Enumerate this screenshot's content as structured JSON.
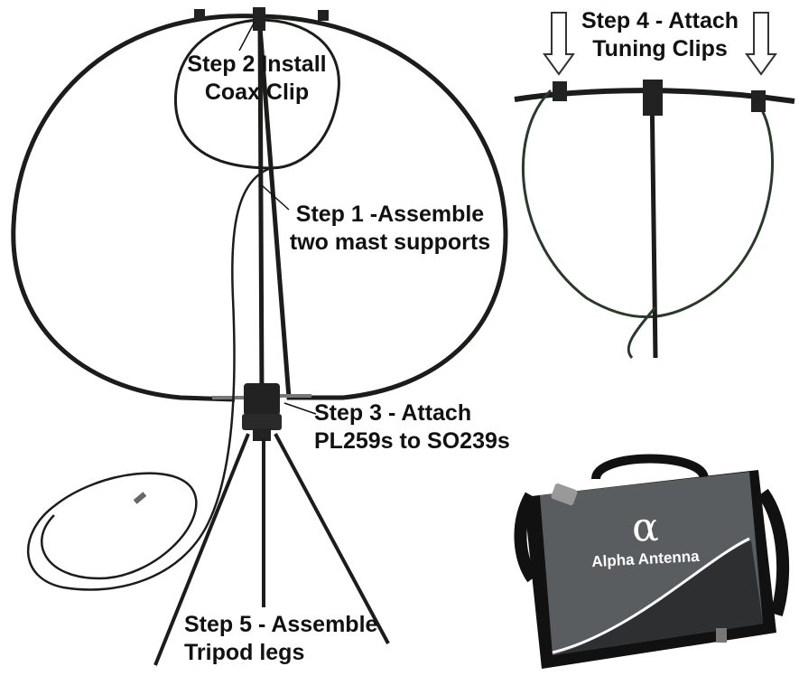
{
  "steps": {
    "step1": [
      "Step 1 -Assemble",
      "two mast supports"
    ],
    "step2": [
      "Step 2  Install",
      "Coax  Clip"
    ],
    "step3": [
      "Step 3 - Attach",
      "PL259s to SO239s"
    ],
    "step4": [
      "Step 4 - Attach",
      "Tuning Clips"
    ],
    "step5": [
      "Step 5 - Assemble",
      "Tripod legs"
    ]
  },
  "bag": {
    "logo_symbol": "α",
    "brand": "Alpha Antenna"
  },
  "colors": {
    "cable": "#1a1d1a",
    "bag_body": "#5a5d60",
    "bag_trim": "#111111",
    "text": "#111111"
  }
}
